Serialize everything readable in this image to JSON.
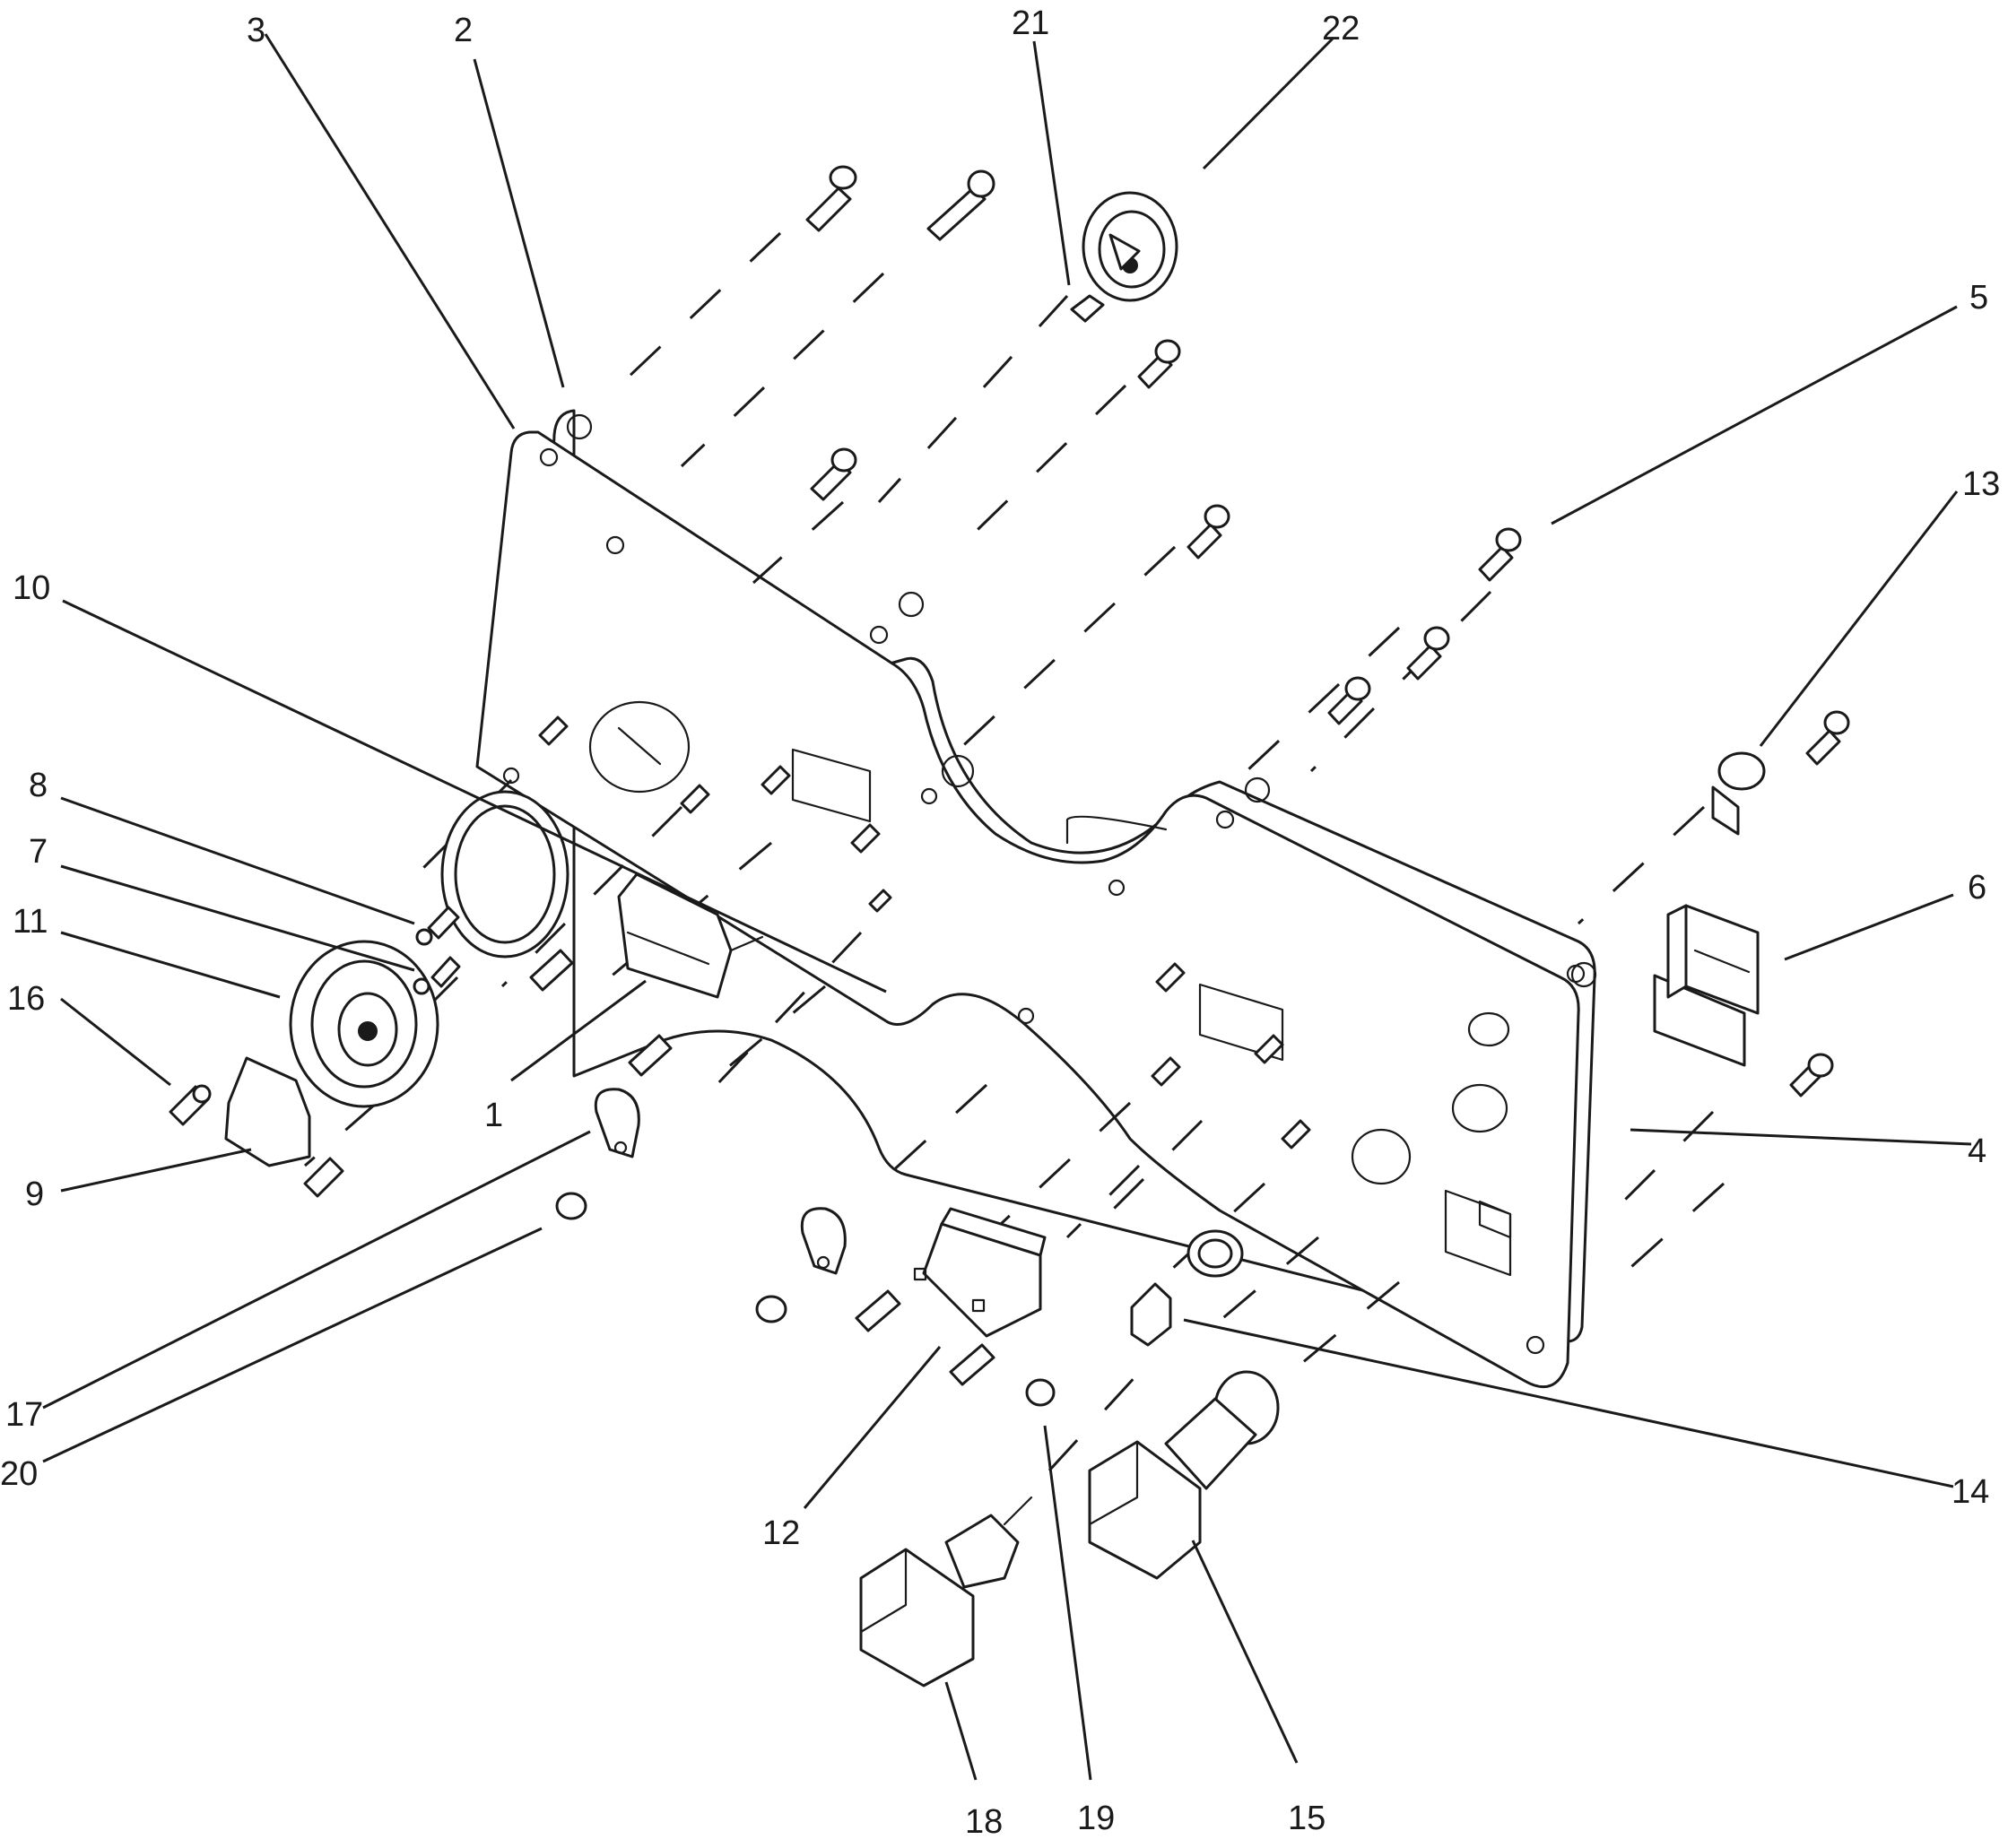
{
  "diagram": {
    "callouts": [
      {
        "id": "3",
        "text": "3"
      },
      {
        "id": "2",
        "text": "2"
      },
      {
        "id": "21",
        "text": "21"
      },
      {
        "id": "22",
        "text": "22"
      },
      {
        "id": "5",
        "text": "5"
      },
      {
        "id": "13",
        "text": "13"
      },
      {
        "id": "10",
        "text": "10"
      },
      {
        "id": "8",
        "text": "8"
      },
      {
        "id": "7",
        "text": "7"
      },
      {
        "id": "11",
        "text": "11"
      },
      {
        "id": "16",
        "text": "16"
      },
      {
        "id": "9",
        "text": "9"
      },
      {
        "id": "1",
        "text": "1"
      },
      {
        "id": "6",
        "text": "6"
      },
      {
        "id": "4",
        "text": "4"
      },
      {
        "id": "17",
        "text": "17"
      },
      {
        "id": "20",
        "text": "20"
      },
      {
        "id": "12",
        "text": "12"
      },
      {
        "id": "14",
        "text": "14"
      },
      {
        "id": "18",
        "text": "18"
      },
      {
        "id": "19",
        "text": "19"
      },
      {
        "id": "15",
        "text": "15"
      }
    ]
  }
}
